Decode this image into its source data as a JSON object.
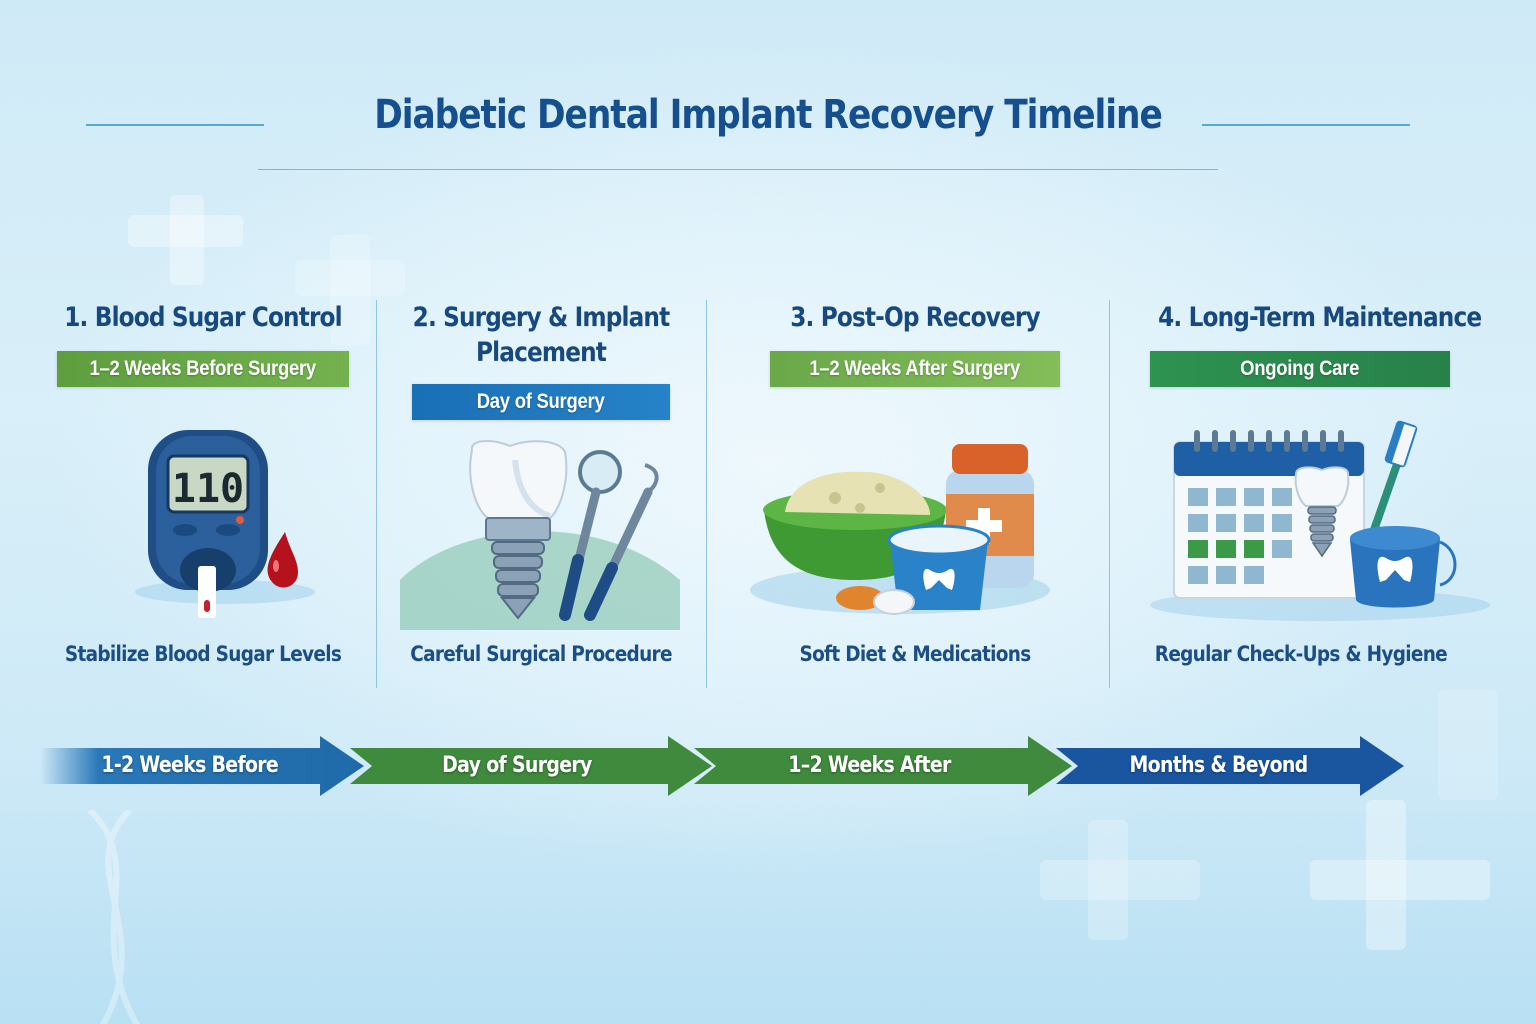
{
  "title": "Diabetic Dental Implant Recovery Timeline",
  "colors": {
    "title": "#154f8e",
    "stage_heading": "#17497f",
    "badge_green_light": "#6aa84a",
    "badge_blue": "#1f78c0",
    "badge_green_dark": "#2b8a4c",
    "arrow_blue": "#2a78b8",
    "arrow_green": "#3f8a3c",
    "arrow_navy": "#1a56a0"
  },
  "stages": [
    {
      "heading": "1. Blood Sugar Control",
      "badge": "1–2 Weeks Before Surgery",
      "badge_color": "#6aa84a",
      "icon": "glucose-meter-icon",
      "meter_reading": "110",
      "description": "Stabilize Blood Sugar Levels"
    },
    {
      "heading_line1": "2. Surgery & Implant",
      "heading_line2": "Placement",
      "badge": "Day of Surgery",
      "badge_color": "#1f78c0",
      "icon": "dental-implant-tools-icon",
      "description": "Careful Surgical Procedure"
    },
    {
      "heading": "3. Post-Op Recovery",
      "badge": "1–2 Weeks After Surgery",
      "badge_color": "#7cb552",
      "icon": "soft-diet-medication-icon",
      "description": "Soft Diet & Medications"
    },
    {
      "heading": "4. Long-Term Maintenance",
      "badge": "Ongoing Care",
      "badge_color": "#2b8a4c",
      "icon": "calendar-hygiene-icon",
      "description": "Regular Check-Ups & Hygiene"
    }
  ],
  "timeline": [
    {
      "label": "1-2 Weeks Before",
      "color": "#2a78b8"
    },
    {
      "label": "Day of Surgery",
      "color": "#3f8a3c"
    },
    {
      "label": "1–2 Weeks After",
      "color": "#3f8a3c"
    },
    {
      "label": "Months & Beyond",
      "color": "#1a56a0"
    }
  ]
}
